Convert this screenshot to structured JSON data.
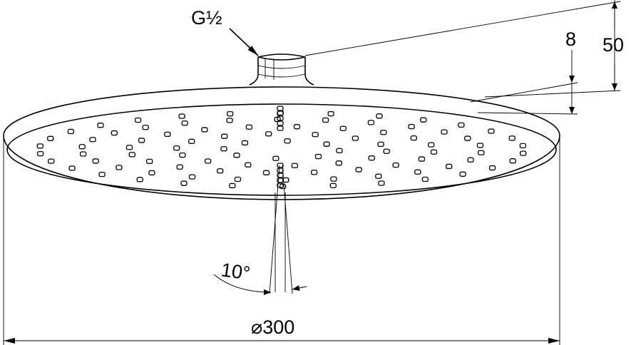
{
  "labels": {
    "thread": "G½",
    "height_total": "50",
    "height_disc": "8",
    "angle": "10°",
    "diameter_symbol": "⌀",
    "diameter": "300"
  }
}
